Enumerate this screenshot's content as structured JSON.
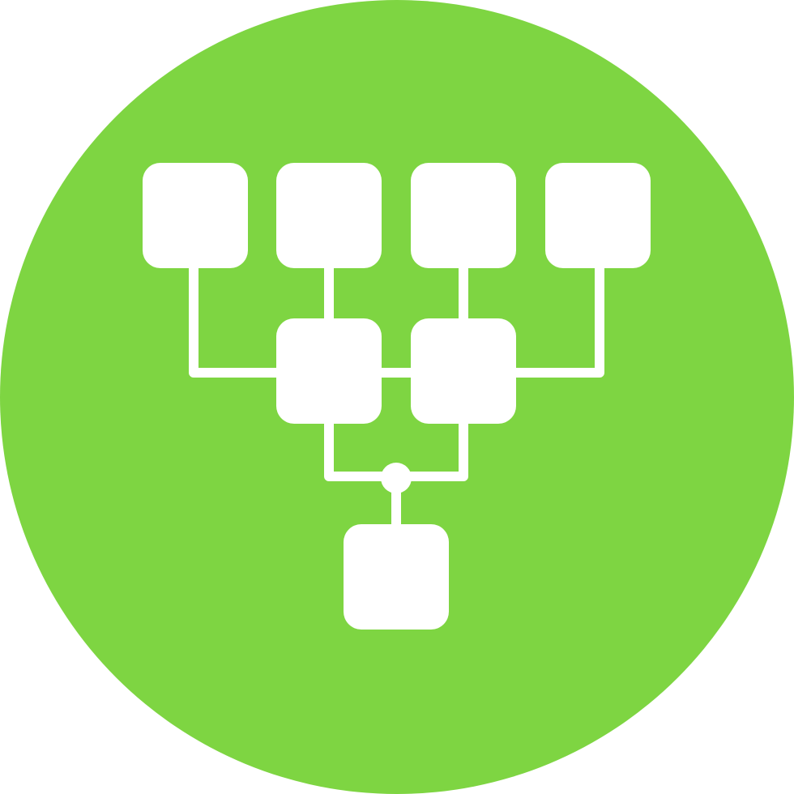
{
  "icon": {
    "name": "hierarchy-funnel-icon",
    "background_shape": "circle",
    "colors": {
      "circle": "#7ED542",
      "glyph": "#FFFFFF",
      "page": "#FFFFFF"
    },
    "structure": {
      "top_row_nodes": 4,
      "middle_row_nodes": 2,
      "bottom_row_nodes": 1,
      "junction_dot": true
    }
  }
}
